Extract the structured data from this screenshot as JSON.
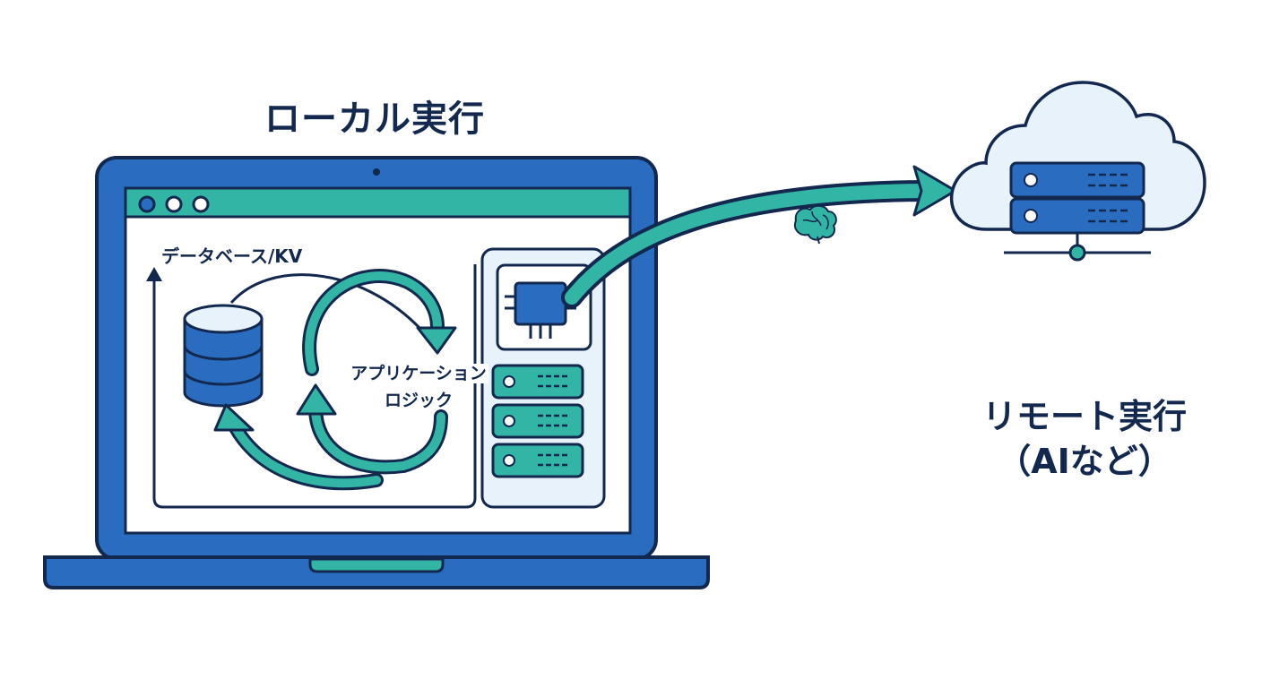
{
  "local": {
    "title": "ローカル実行",
    "db_label": "データベース/KV",
    "app_label_line1": "アプリケーション",
    "app_label_line2": "ロジック"
  },
  "remote": {
    "title_line1": "リモート実行",
    "title_line2": "（AIなど）"
  },
  "colors": {
    "navy": "#13284f",
    "blue": "#2a6dc0",
    "teal": "#33b5a6",
    "light_blue": "#e8f2fb"
  },
  "icons": [
    "laptop-icon",
    "database-icon",
    "cpu-chip-icon",
    "server-rack-icon",
    "cloud-icon",
    "brain-icon",
    "cycle-arrows-icon",
    "remote-arrow-icon"
  ]
}
